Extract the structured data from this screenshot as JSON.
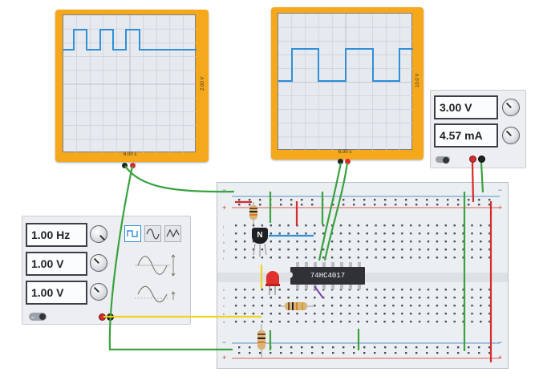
{
  "oscilloscope_left": {
    "time_label": "6.00 s",
    "volts_label": "2.00 V"
  },
  "oscilloscope_right": {
    "time_label": "6.00 s",
    "volts_label": "10.0 V"
  },
  "power_supply": {
    "voltage": "3.00 V",
    "current": "4.57 mA"
  },
  "function_generator": {
    "frequency": "1.00 Hz",
    "amplitude": "1.00 V",
    "offset": "1.00 V",
    "toggle": "on"
  },
  "breadboard": {
    "chip_label": "74HC4017",
    "transistor_label": "N",
    "row_letters_top": [
      "j",
      "i",
      "h",
      "g",
      "f"
    ],
    "row_letters_bottom": [
      "e",
      "d",
      "c",
      "b",
      "a"
    ],
    "rail_plus": "+",
    "rail_minus": "−"
  },
  "colors": {
    "scope_frame": "#f6a81c",
    "trace": "#2f8fdb",
    "wire_green": "#3aa23f",
    "wire_red": "#d62b2b",
    "wire_yellow": "#f2d21b",
    "wire_blue": "#2f8fdb",
    "wire_purple": "#7b3fb0",
    "led_red": "#e1312e"
  }
}
